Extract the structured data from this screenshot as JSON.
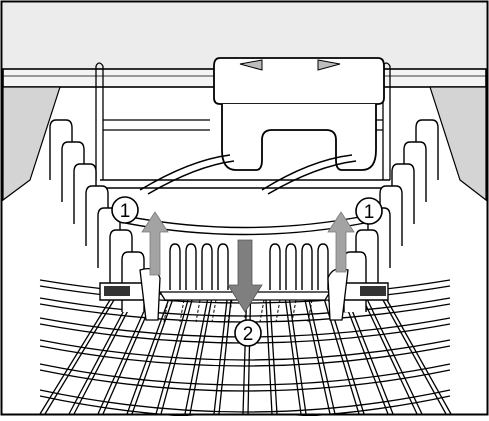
{
  "figure": {
    "callouts": [
      {
        "id": "lift-left",
        "label": "1"
      },
      {
        "id": "lift-right",
        "label": "1"
      },
      {
        "id": "press-down",
        "label": "2"
      }
    ],
    "colors": {
      "line": "#000000",
      "paper": "#ffffff",
      "shade_light": "#dcdcdc",
      "shade_mid": "#c4c4c4",
      "arrow": "#8c8c8c",
      "arrow_dark": "#5a5a5a"
    }
  }
}
